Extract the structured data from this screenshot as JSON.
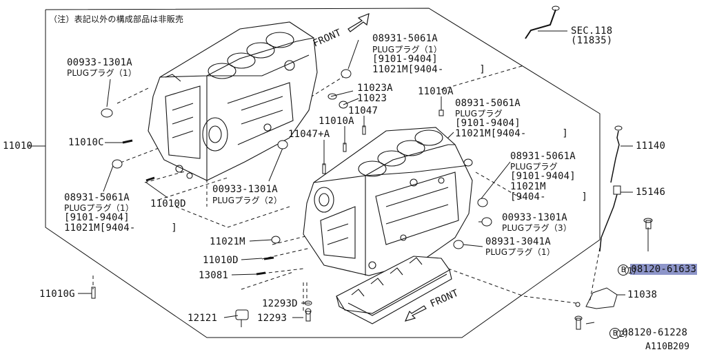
{
  "note": "（注）表記以外の構成部品は非販売",
  "figure_code": "A110B209",
  "front_labels": [
    "FRONT",
    "FRONT"
  ],
  "callouts": {
    "p1": {
      "part": "00933-1301A",
      "desc": "PLUGプラグ（1）"
    },
    "p2": {
      "part": "08931-5061A",
      "desc": "PLUGプラグ（1）",
      "l3": "[9101-9404]",
      "l4": "11021M[9404-      ]"
    },
    "p3": {
      "part": "11023A"
    },
    "p4": {
      "part": "11023"
    },
    "p5": {
      "part": "11047"
    },
    "p6": {
      "part": "11010A"
    },
    "p7": {
      "part": "11047+A"
    },
    "p8": {
      "part": "11010A"
    },
    "p9": {
      "part": "08931-5061A",
      "desc": "PLUGプラグ",
      "l3": "[9101-9404]",
      "l4": "11021M[9404-      ]"
    },
    "p10": {
      "part": "SEC.118",
      "sub": "(11835)"
    },
    "p11": {
      "part": "11010"
    },
    "p12": {
      "part": "11010C"
    },
    "p13": {
      "part": "08931-5061A",
      "desc": "PLUGプラグ（1）",
      "l3": "[9101-9404]",
      "l4": "11021M[9404-      ]"
    },
    "p14": {
      "part": "11010D"
    },
    "p15": {
      "part": "00933-1301A",
      "desc": "PLUGプラグ（2）"
    },
    "p16": {
      "part": "08931-5061A",
      "desc": "PLUGプラグ",
      "l3": "[9101-9404]",
      "l4": "11021M",
      "l5": "[9404-      ]"
    },
    "p17": {
      "part": "00933-1301A",
      "desc": "PLUGプラグ（3）"
    },
    "p18": {
      "part": "08931-3041A",
      "desc": "PLUGプラグ（1）"
    },
    "p19": {
      "part": "11021M"
    },
    "p20": {
      "part": "11010D"
    },
    "p21": {
      "part": "13081"
    },
    "p22": {
      "part": "11010G"
    },
    "p23": {
      "part": "12293D"
    },
    "p24": {
      "part": "12121"
    },
    "p25": {
      "part": "12293"
    },
    "p26": {
      "part": "11140"
    },
    "p27": {
      "part": "15146"
    },
    "p28": {
      "badge": "B",
      "part": "08120-61633",
      "qty": "（1）"
    },
    "p29": {
      "part": "11038"
    },
    "p30": {
      "badge": "B",
      "part": "08120-61228",
      "qty": "（2）"
    }
  }
}
